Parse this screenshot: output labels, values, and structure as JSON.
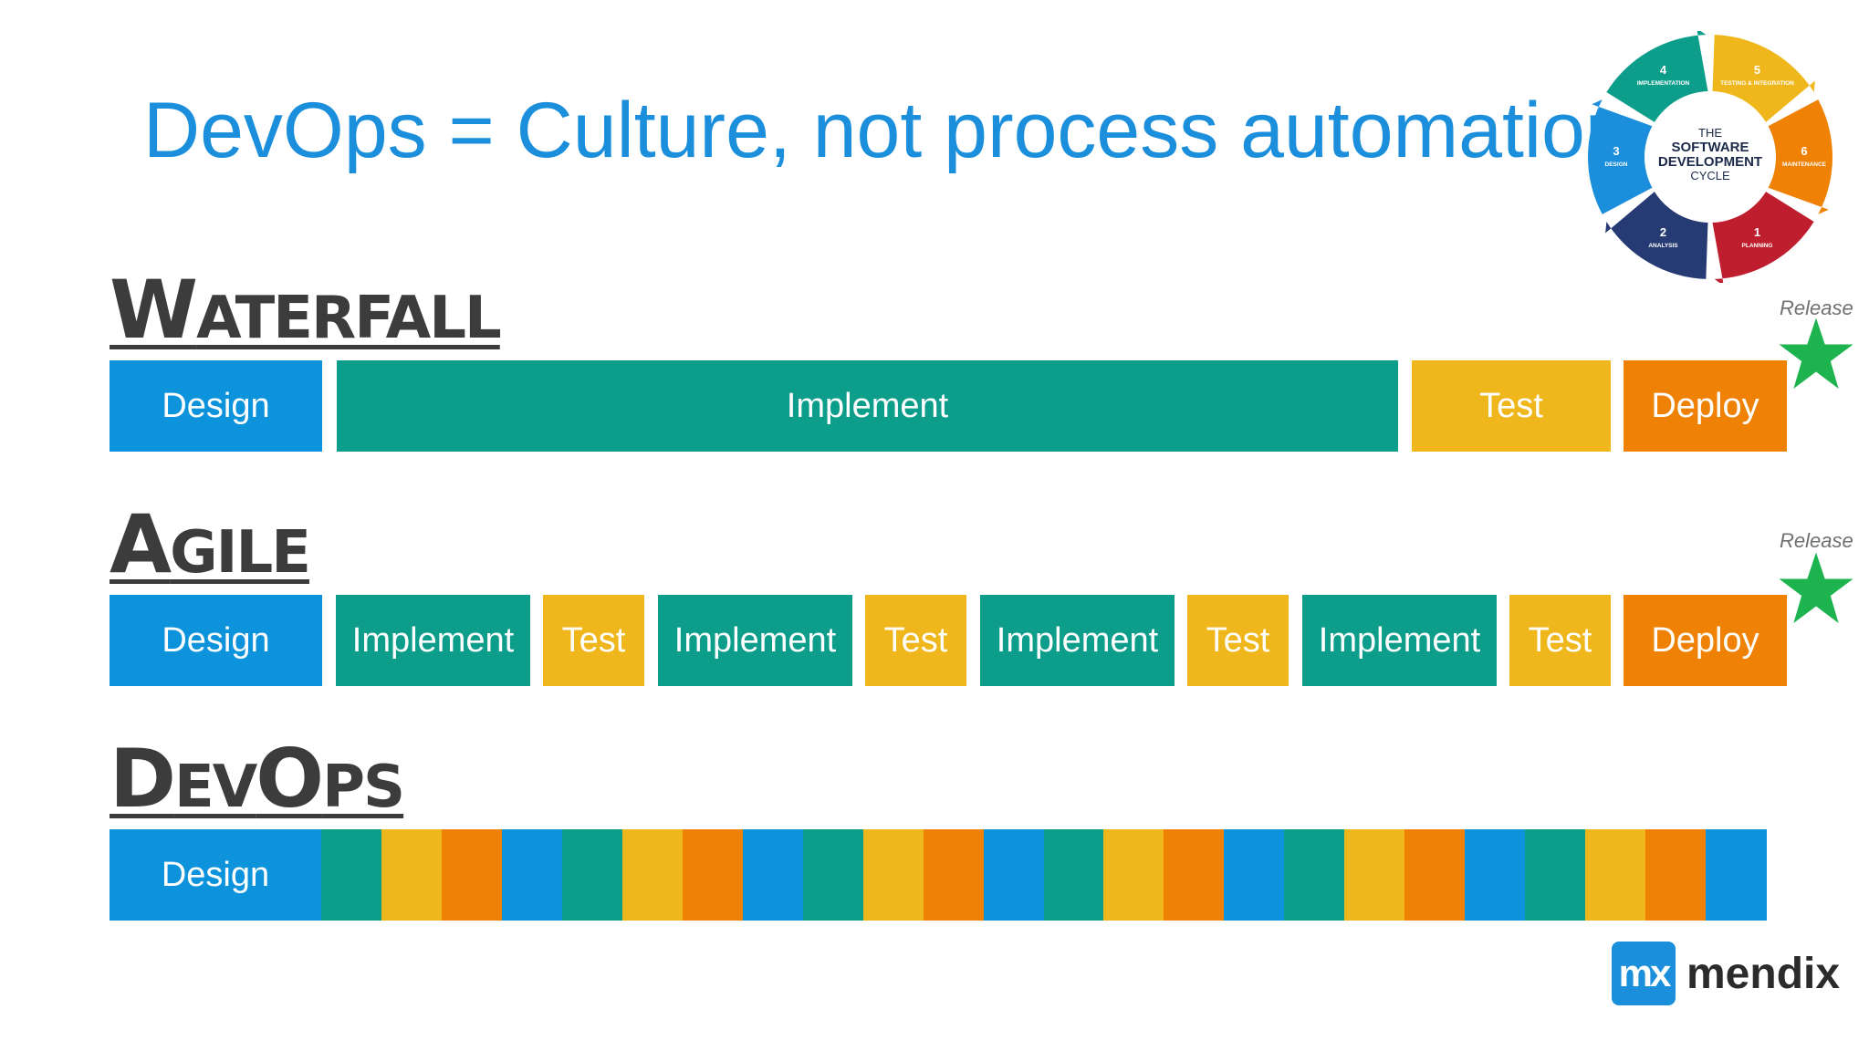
{
  "title": "DevOps = Culture, not process automation",
  "colors": {
    "design": "#0d93dc",
    "implement": "#0c9e8a",
    "test": "#efb71c",
    "deploy": "#ef8205",
    "star": "#1db34f"
  },
  "release_label": "Release",
  "sections": {
    "waterfall": {
      "first": "W",
      "rest": "ATERFALL",
      "segments": [
        {
          "label": "Design",
          "phase": "design"
        },
        {
          "label": "Implement",
          "phase": "implement"
        },
        {
          "label": "Test",
          "phase": "test"
        },
        {
          "label": "Deploy",
          "phase": "deploy"
        }
      ]
    },
    "agile": {
      "first": "A",
      "rest": "GILE",
      "segments": [
        {
          "label": "Design",
          "phase": "design"
        },
        {
          "label": "Implement",
          "phase": "implement"
        },
        {
          "label": "Test",
          "phase": "test"
        },
        {
          "label": "Implement",
          "phase": "implement"
        },
        {
          "label": "Test",
          "phase": "test"
        },
        {
          "label": "Implement",
          "phase": "implement"
        },
        {
          "label": "Test",
          "phase": "test"
        },
        {
          "label": "Implement",
          "phase": "implement"
        },
        {
          "label": "Test",
          "phase": "test"
        },
        {
          "label": "Deploy",
          "phase": "deploy"
        }
      ]
    },
    "devops": {
      "first": "D",
      "rest": "EV",
      "first2": "O",
      "rest2": "PS",
      "design_label": "Design",
      "stripe_cycles": 6,
      "stripe_pattern": [
        "implement",
        "test",
        "deploy",
        "design"
      ]
    }
  },
  "cycle": {
    "title_lines": [
      "THE",
      "SOFTWARE",
      "DEVELOPMENT",
      "CYCLE"
    ],
    "steps": [
      {
        "num": "1",
        "label": "PLANNING",
        "color": "#be1e2d"
      },
      {
        "num": "2",
        "label": "ANALYSIS",
        "color": "#263b73"
      },
      {
        "num": "3",
        "label": "DESIGN",
        "color": "#1b8fdb"
      },
      {
        "num": "4",
        "label": "IMPLEMENTATION",
        "color": "#0c9e8a"
      },
      {
        "num": "5",
        "label": "TESTING & INTEGRATION",
        "color": "#efb71c"
      },
      {
        "num": "6",
        "label": "MAINTENANCE",
        "color": "#ef8205"
      }
    ]
  },
  "logo": {
    "mark": "mx",
    "word": "mendix"
  }
}
